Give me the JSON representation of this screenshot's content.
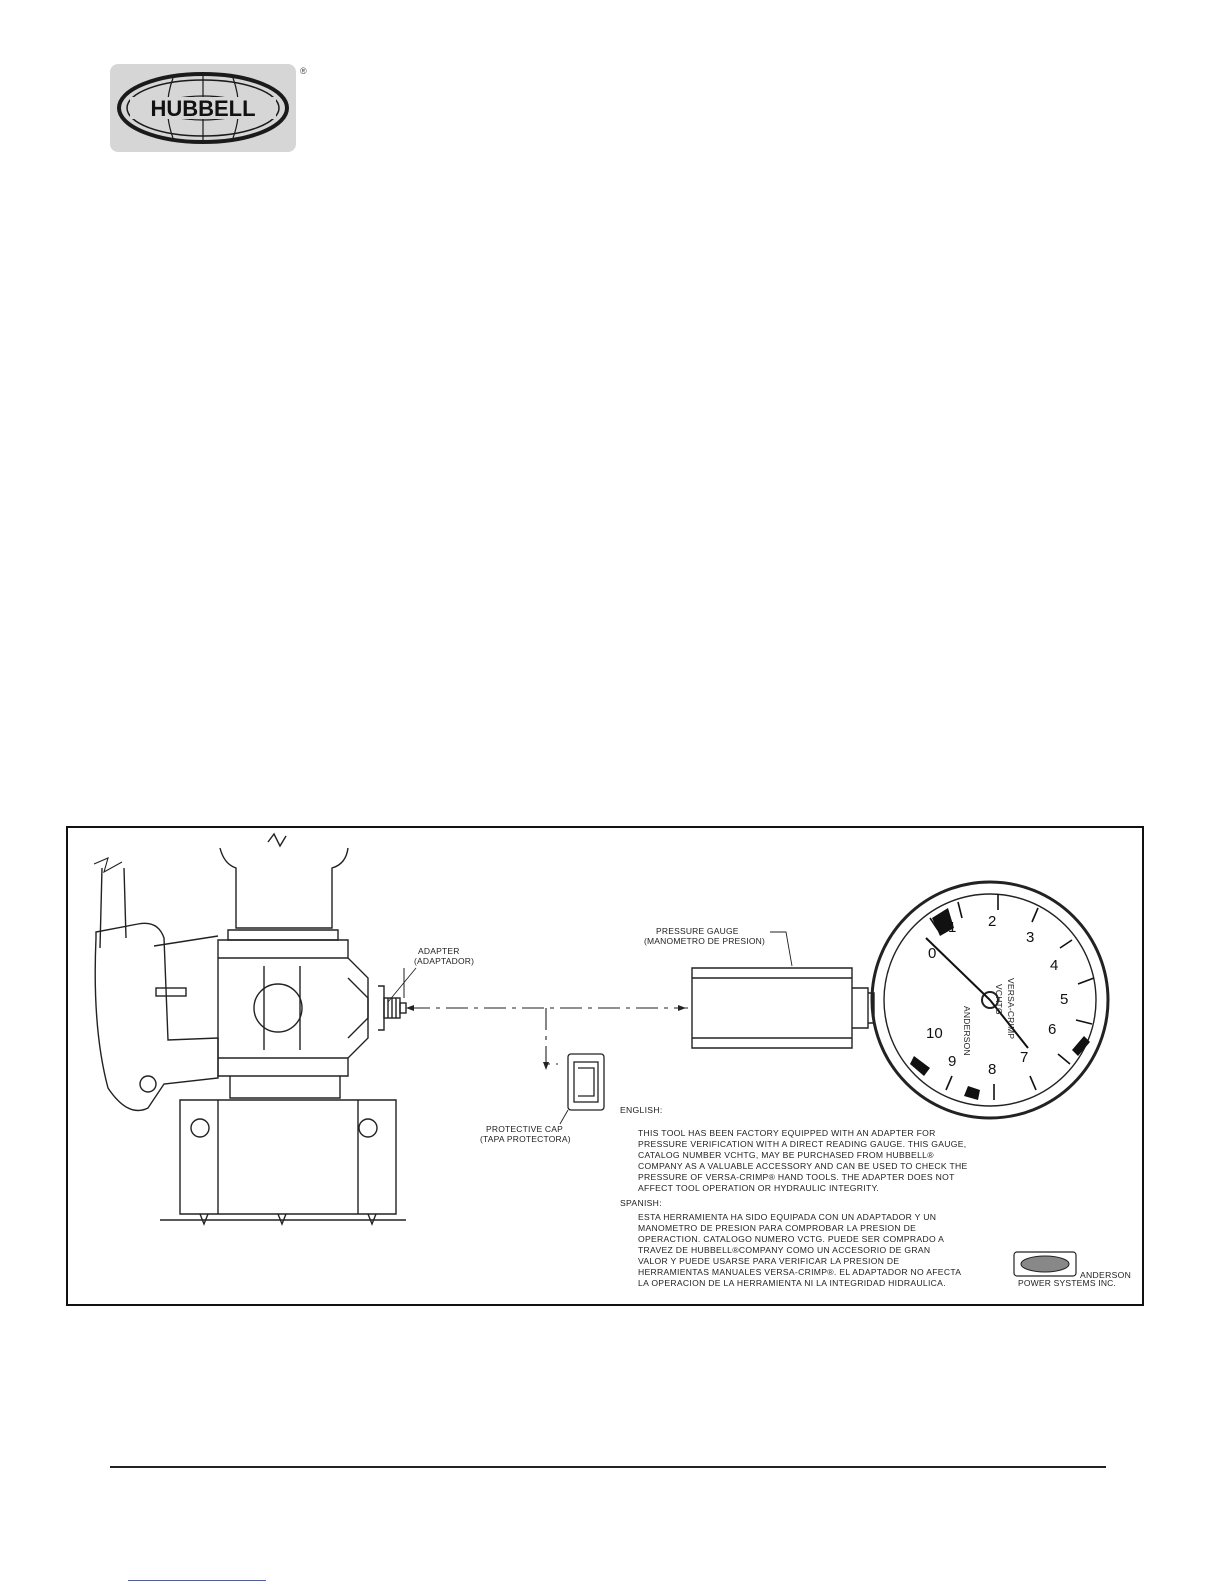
{
  "logo": {
    "text": "HUBBELL",
    "registered": "®"
  },
  "figure": {
    "adapter_label": [
      "ADAPTER",
      "(ADAPTADOR)"
    ],
    "gauge_label": [
      "PRESSURE GAUGE",
      "(MANOMETRO DE PRESION)"
    ],
    "cap_label": [
      "PROTECTIVE CAP",
      "(TAPA PROTECTORA)"
    ],
    "gauge": {
      "numbers": [
        "0",
        "1",
        "2",
        "3",
        "4",
        "5",
        "6",
        "7",
        "8",
        "9",
        "10"
      ],
      "brand": "VERSA-CRIMP",
      "model": "VCHTG",
      "maker": "ANDERSON"
    },
    "english_heading": "ENGLISH:",
    "english_lines": [
      "THIS TOOL HAS BEEN FACTORY EQUIPPED WITH AN ADAPTER FOR",
      "PRESSURE VERIFICATION WITH A DIRECT READING GAUGE. THIS GAUGE,",
      "CATALOG NUMBER VCHTG, MAY BE PURCHASED FROM HUBBELL®",
      "COMPANY AS A VALUABLE ACCESSORY AND CAN BE USED TO CHECK THE",
      "PRESSURE OF VERSA-CRIMP® HAND TOOLS.  THE ADAPTER DOES NOT",
      "AFFECT TOOL OPERATION OR HYDRAULIC INTEGRITY."
    ],
    "spanish_heading": "SPANISH:",
    "spanish_lines": [
      "ESTA HERRAMIENTA HA SIDO EQUIPADA CON UN ADAPTADOR Y UN",
      "MANOMETRO DE PRESION PARA COMPROBAR LA PRESION DE",
      "OPERACTION.  CATALOGO NUMERO VCTG. PUEDE SER COMPRADO A",
      "TRAVEZ DE HUBBELL®COMPANY COMO UN ACCESORIO DE GRAN",
      "VALOR Y PUEDE USARSE PARA VERIFICAR LA PRESION DE",
      "HERRAMIENTAS MANUALES VERSA-CRIMP®.  EL ADAPTADOR NO AFECTA",
      "LA OPERACION DE LA HERRAMIENTA NI LA INTEGRIDAD HIDRAULICA."
    ],
    "anderson_logo": {
      "name": "ANDERSON",
      "sub": "POWER SYSTEMS INC."
    }
  }
}
